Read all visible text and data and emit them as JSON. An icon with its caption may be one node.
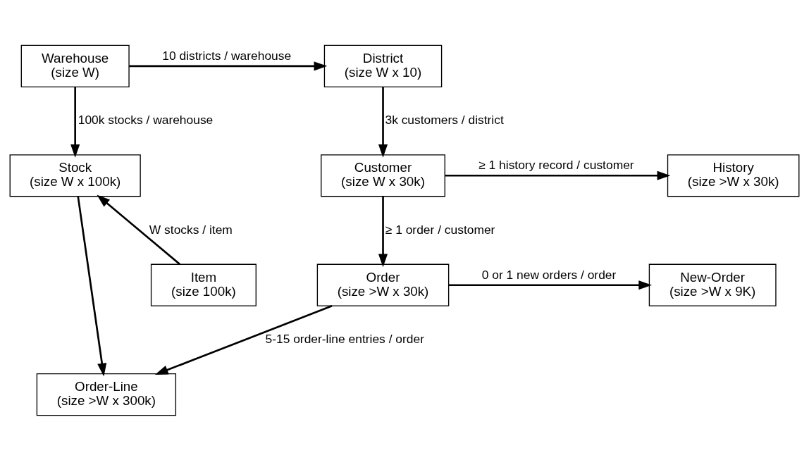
{
  "diagram": {
    "nodes": [
      {
        "text": [
          "Warehouse",
          "(size W)"
        ]
      },
      {
        "text": [
          "District",
          "(size W x 10)"
        ]
      },
      {
        "text": [
          "Stock",
          "(size W x 100k)"
        ]
      },
      {
        "text": [
          "History",
          "(size >W x 30k)"
        ]
      },
      {
        "text": [
          "Customer",
          "(size W x 30k)"
        ]
      },
      {
        "text": [
          "Item",
          "(size 100k)"
        ]
      },
      {
        "text": [
          "New-Order",
          "(size >W x 9K)"
        ]
      },
      {
        "text": [
          "Order",
          "(size >W x 30k)"
        ]
      },
      {
        "text": [
          "Order-Line",
          "(size >W x 300k)"
        ]
      }
    ],
    "edges": [
      {
        "from": 0,
        "to": 1,
        "arrow": "to",
        "label": "10 districts / warehouse"
      },
      {
        "from": 0,
        "to": 2,
        "arrow": "to",
        "label": "100k stocks / warehouse"
      },
      {
        "from": 1,
        "to": 4,
        "arrow": "to",
        "label": "3k customers / district"
      },
      {
        "from": 4,
        "to": 3,
        "arrow": "to",
        "label": "≥ 1 history record / customer"
      },
      {
        "from": 5,
        "to": 2,
        "arrow": "to",
        "label": "W stocks / item"
      },
      {
        "from": 4,
        "to": 7,
        "arrow": "to",
        "label": "≥ 1 order / customer"
      },
      {
        "from": 7,
        "to": 6,
        "arrow": "to",
        "label": "0 or 1 new orders / order"
      },
      {
        "from": 2,
        "to": 8,
        "arrow": "to"
      },
      {
        "from": 7,
        "to": 8,
        "arrow": "to",
        "label": "5-15 order-line entries / order"
      }
    ]
  }
}
